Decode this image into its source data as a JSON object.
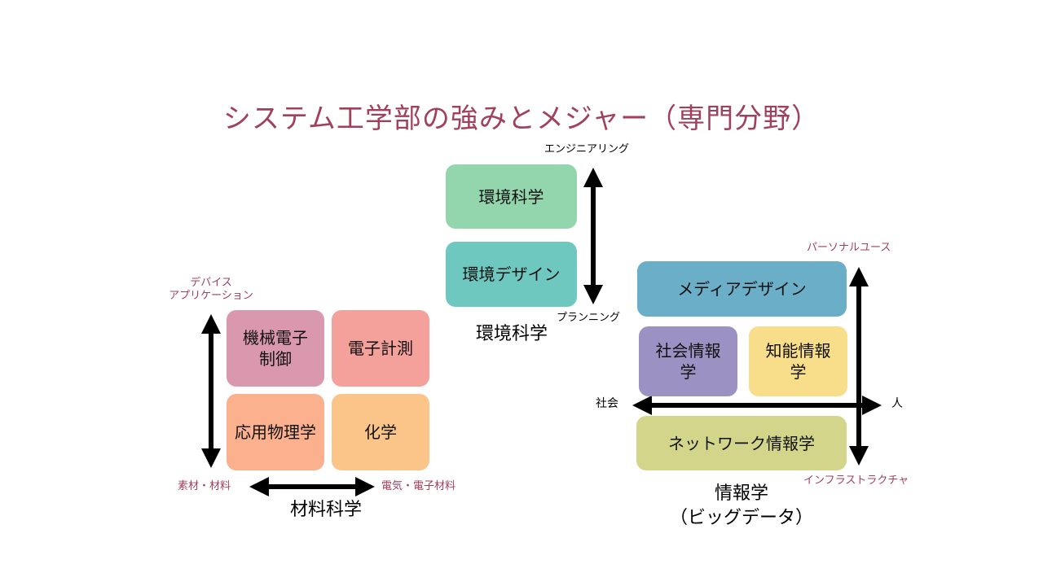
{
  "title": "システム工学部の強みとメジャー（専門分野）",
  "materials": {
    "boxes": {
      "mech": "機械電子\n制御",
      "elec": "電子計測",
      "physics": "応用物理学",
      "chem": "化学"
    },
    "axis_top": "デバイス\nアプリケーション",
    "axis_left": "素材・材料",
    "axis_right": "電気・電子材料",
    "label": "材料科学"
  },
  "environment": {
    "boxes": {
      "science": "環境科学",
      "design": "環境デザイン"
    },
    "axis_top": "エンジニアリング",
    "axis_bottom": "プランニング",
    "label": "環境科学"
  },
  "informatics": {
    "boxes": {
      "media": "メディアデザイン",
      "social": "社会情報\n学",
      "intelligent": "知能情報\n学",
      "network": "ネットワーク情報学"
    },
    "axis_top": "パーソナルユース",
    "axis_bottom": "インフラストラクチャ",
    "axis_left": "社会",
    "axis_right": "人",
    "label": "情報学\n（ビッグデータ）"
  },
  "colors": {
    "title": "#a0405c",
    "mech": "#d998ad",
    "elec": "#f4a09b",
    "physics": "#fbb08e",
    "chem": "#fbc58a",
    "env_science": "#93d6ae",
    "env_design": "#6ec8bf",
    "media": "#6aaec8",
    "social": "#9b92c3",
    "intelligent": "#f8dd8a",
    "network": "#d3d68a"
  }
}
